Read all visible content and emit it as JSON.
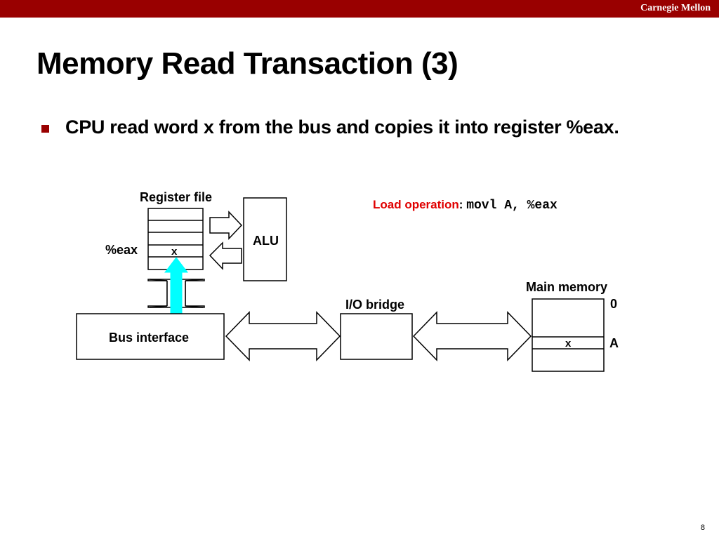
{
  "header": {
    "brand": "Carnegie Mellon",
    "bar_color": "#990000"
  },
  "slide": {
    "title": "Memory Read Transaction (3)",
    "bullet": "CPU read word x from the bus and copies it into register %eax.",
    "page_number": "8"
  },
  "diagram": {
    "register_file_label": "Register file",
    "eax_label": "%eax",
    "eax_value": "x",
    "alu_label": "ALU",
    "bus_interface_label": "Bus interface",
    "io_bridge_label": "I/O bridge",
    "main_memory_label": "Main memory",
    "address_zero": "0",
    "address_a": "A",
    "memory_value": "x",
    "load_operation_label": "Load operation",
    "load_colon": ":",
    "load_instruction": "movl A, %eax",
    "highlight_arrow_color": "#00ffff",
    "load_label_color": "#e00000"
  }
}
